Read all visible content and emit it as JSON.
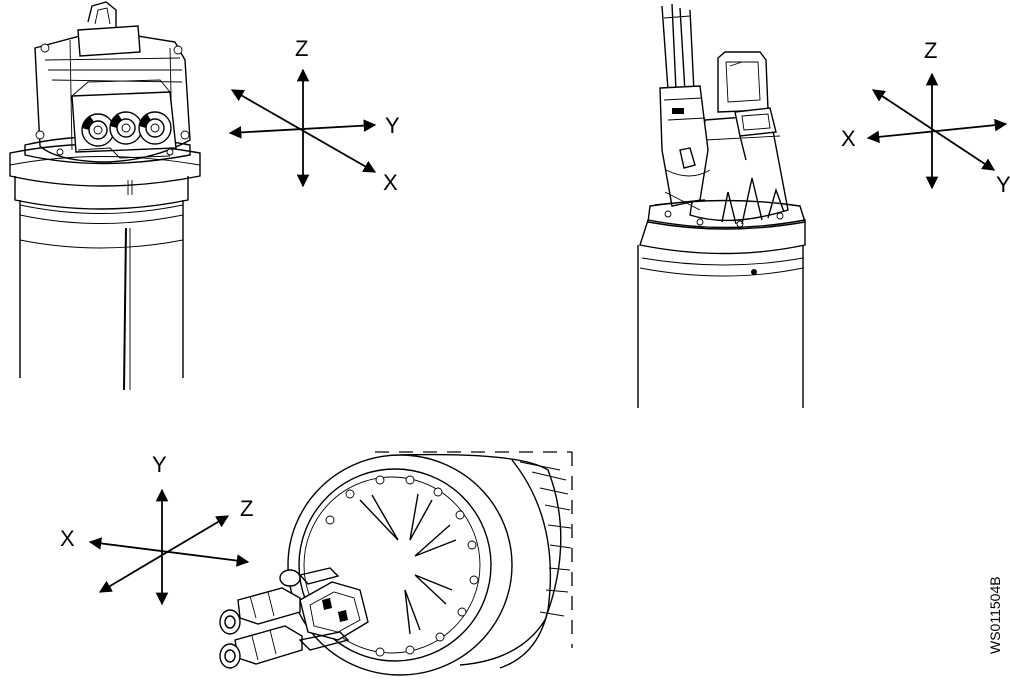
{
  "axes": {
    "view1": {
      "z": "Z",
      "y": "Y",
      "x": "X"
    },
    "view2": {
      "z": "Z",
      "x": "X",
      "y": "Y"
    },
    "view3": {
      "y": "Y",
      "z": "Z",
      "x": "X"
    }
  },
  "document_code": "WS011504B"
}
